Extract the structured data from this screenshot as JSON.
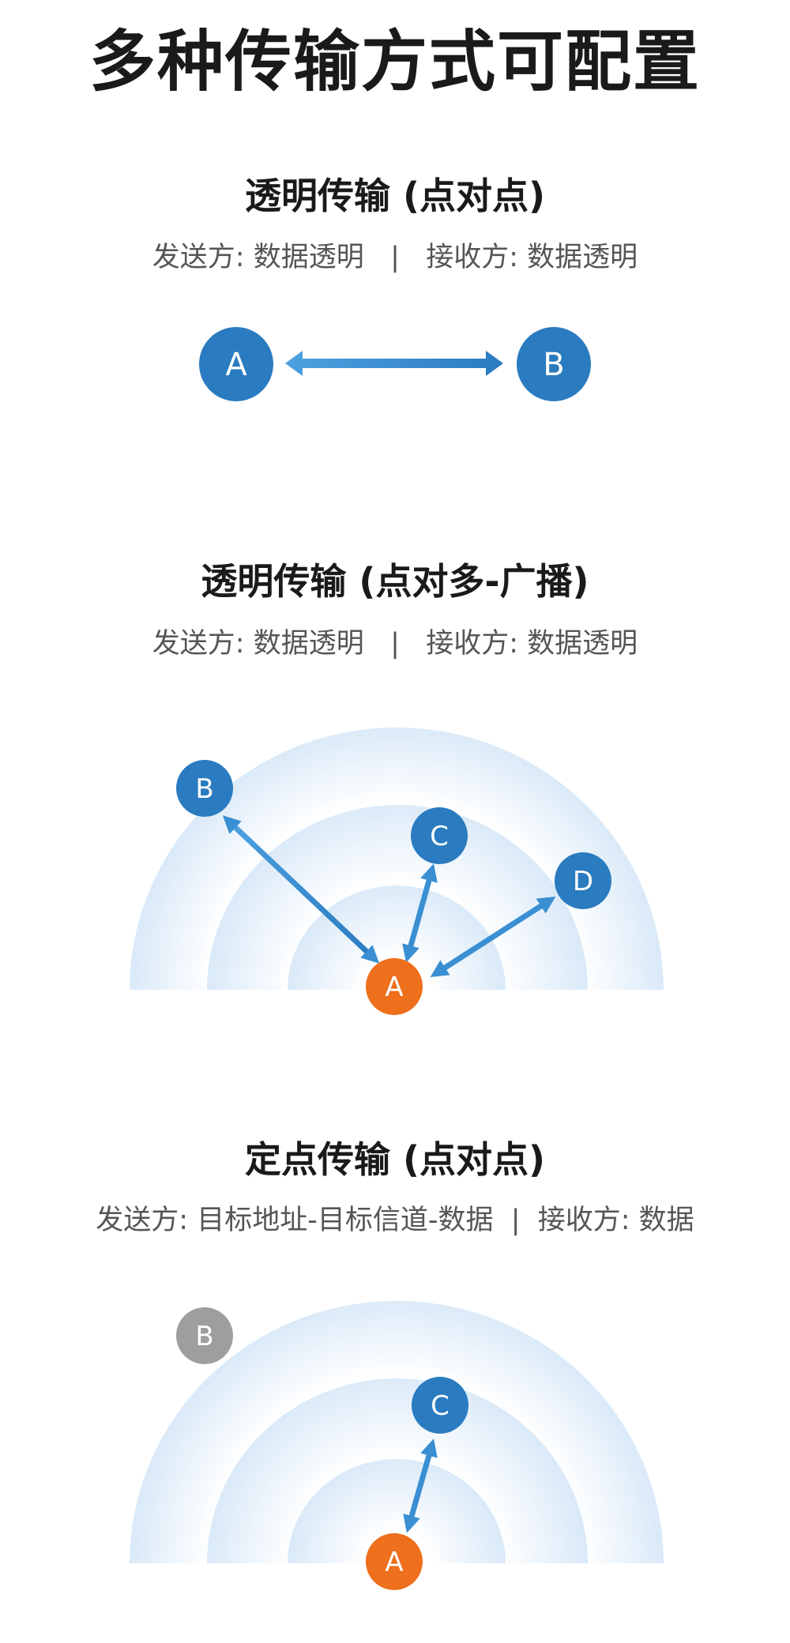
{
  "title": "多种传输方式可配置",
  "colors": {
    "node_blue": "#2a7bbf",
    "node_orange": "#ee6f1c",
    "node_gray": "#9e9e9e",
    "arrow_light": "#4ea1e0",
    "arrow_dark": "#2a7bc0",
    "band_blue": "#d9e9f8",
    "title_text": "#1a1a1a",
    "subtitle_text": "#555555"
  },
  "sections": [
    {
      "title": "透明传输 (点对点)",
      "subtitle": "发送方: 数据透明   |   接收方: 数据透明",
      "nodes": [
        {
          "label": "A",
          "color": "blue"
        },
        {
          "label": "B",
          "color": "blue"
        }
      ],
      "links": [
        {
          "from": "A",
          "to": "B",
          "type": "bidirectional"
        }
      ]
    },
    {
      "title": "透明传输 (点对多-广播)",
      "subtitle": "发送方: 数据透明   |   接收方: 数据透明",
      "nodes": [
        {
          "label": "A",
          "color": "orange"
        },
        {
          "label": "B",
          "color": "blue"
        },
        {
          "label": "C",
          "color": "blue"
        },
        {
          "label": "D",
          "color": "blue"
        }
      ],
      "links": [
        {
          "from": "A",
          "to": "B",
          "type": "bidirectional"
        },
        {
          "from": "A",
          "to": "C",
          "type": "bidirectional"
        },
        {
          "from": "A",
          "to": "D",
          "type": "bidirectional"
        }
      ]
    },
    {
      "title": "定点传输 (点对点)",
      "subtitle": "发送方: 目标地址-目标信道-数据  |  接收方: 数据",
      "nodes": [
        {
          "label": "A",
          "color": "orange"
        },
        {
          "label": "B",
          "color": "gray"
        },
        {
          "label": "C",
          "color": "blue"
        }
      ],
      "links": [
        {
          "from": "A",
          "to": "C",
          "type": "bidirectional"
        }
      ]
    }
  ]
}
